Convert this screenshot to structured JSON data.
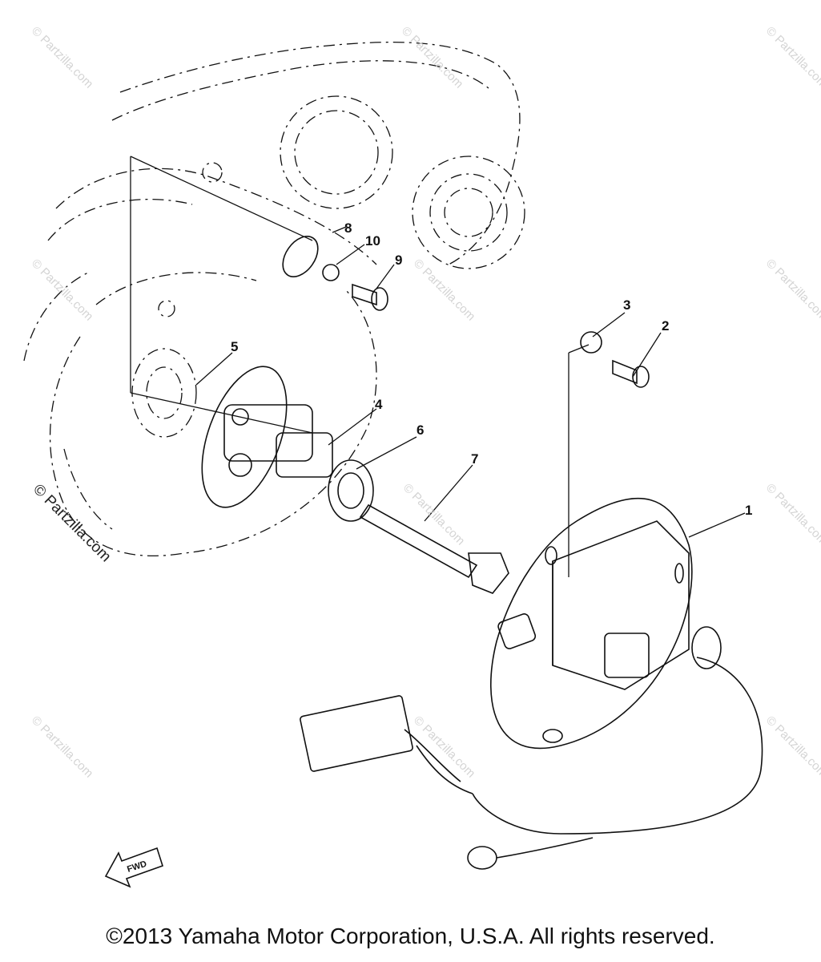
{
  "diagram": {
    "part_numbers": [
      "1",
      "2",
      "3",
      "4",
      "5",
      "6",
      "7",
      "8",
      "9",
      "10"
    ],
    "direction_marker": "FWD",
    "watermark": "© Partzilla.com",
    "copyright": "©2013  Yamaha Motor Corporation, U.S.A. All rights reserved."
  },
  "colors": {
    "line": "#111111",
    "watermark": "#d4d4d4",
    "background": "#ffffff"
  }
}
